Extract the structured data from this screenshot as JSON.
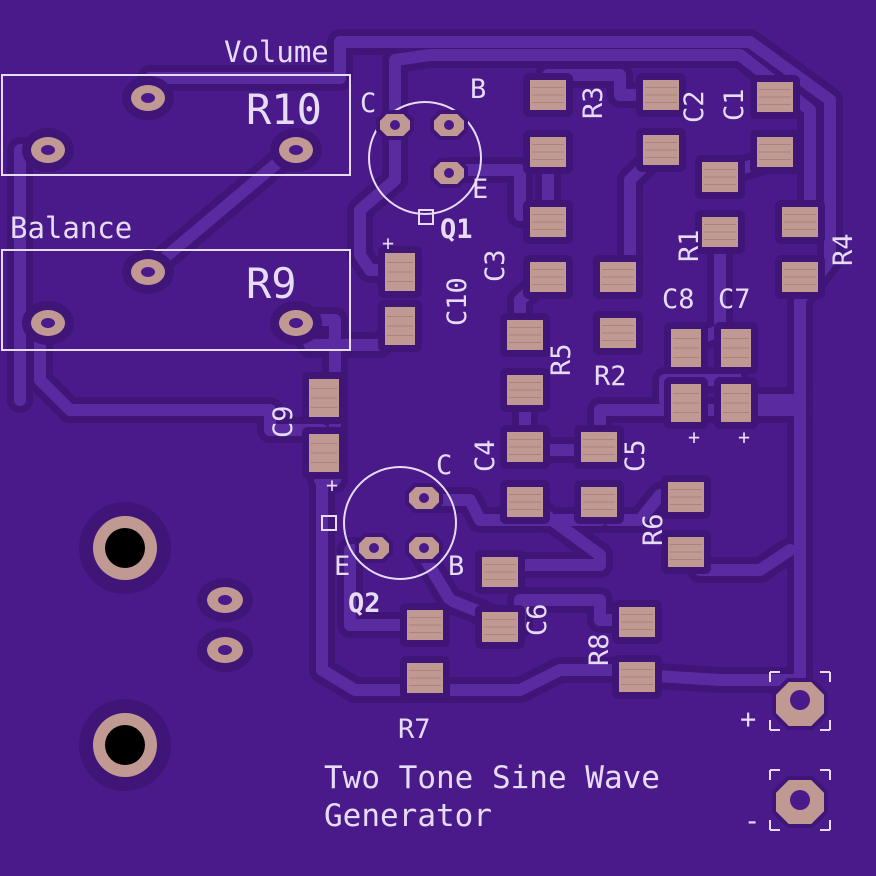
{
  "board": {
    "colors": {
      "substrate": "#4a1a8a",
      "trace": "#5a2aa0",
      "clearance": "#3f1578",
      "pad": "#c09a92",
      "silkscreen": "#e6dcf5"
    }
  },
  "labels": {
    "volume": "Volume",
    "balance": "Balance",
    "r10": "R10",
    "r9": "R9",
    "q1": "Q1",
    "q2": "Q2",
    "q1_c": "C",
    "q1_b": "B",
    "q1_e": "E",
    "q2_c": "C",
    "q2_b": "B",
    "q2_e": "E",
    "r1": "R1",
    "r2": "R2",
    "r3": "R3",
    "r4": "R4",
    "r5": "R5",
    "r6": "R6",
    "r7": "R7",
    "r8": "R8",
    "c1": "C1",
    "c2": "C2",
    "c3": "C3",
    "c4": "C4",
    "c5": "C5",
    "c6": "C6",
    "c7": "C7",
    "c8": "C8",
    "c9": "C9",
    "c10": "C10",
    "plus": "+",
    "minus": "-",
    "title_line1": "Two Tone Sine Wave",
    "title_line2": "Generator"
  }
}
